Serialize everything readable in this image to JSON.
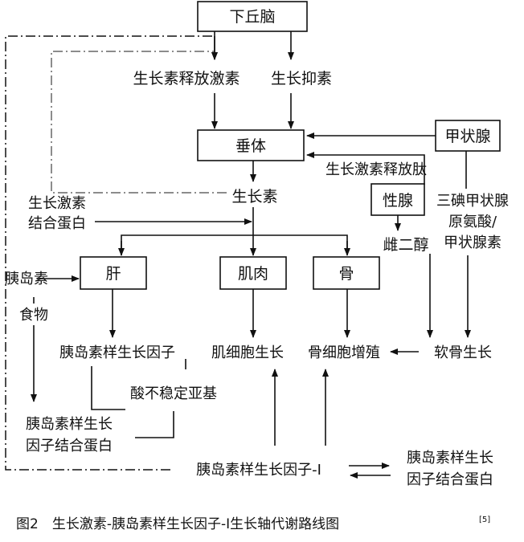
{
  "nodes": {
    "hypothalamus": "下丘脑",
    "ghrh": "生长素释放激素",
    "somatostatin": "生长抑素",
    "pituitary": "垂体",
    "thyroid": "甲状腺",
    "ghrp": "生长激素释放肽",
    "gonad": "性腺",
    "t3_line1": "三碘甲状腺",
    "t3_line2": "原氨酸/",
    "t3_line3": "甲状腺素",
    "gh": "生长素",
    "ghbp_line1": "生长激素",
    "ghbp_line2": "结合蛋白",
    "estradiol": "雌二醇",
    "insulin": "胰岛素",
    "liver": "肝",
    "muscle": "肌肉",
    "bone": "骨",
    "food": "食物",
    "igf": "胰岛素样生长因子",
    "muscle_growth": "肌细胞生长",
    "bone_proliferation": "骨细胞增殖",
    "cartilage_growth": "软骨生长",
    "als": "酸不稳定亚基",
    "igfbp_left_line1": "胰岛素样生长",
    "igfbp_left_line2": "因子结合蛋白",
    "igf1": "胰岛素样生长因子-Ⅰ",
    "igfbp_right_line1": "胰岛素样生长",
    "igfbp_right_line2": "因子结合蛋白"
  },
  "caption": {
    "text": "图2　生长激素-胰岛素样生长因子-Ⅰ生长轴代谢路线图",
    "ref": "[5]"
  }
}
